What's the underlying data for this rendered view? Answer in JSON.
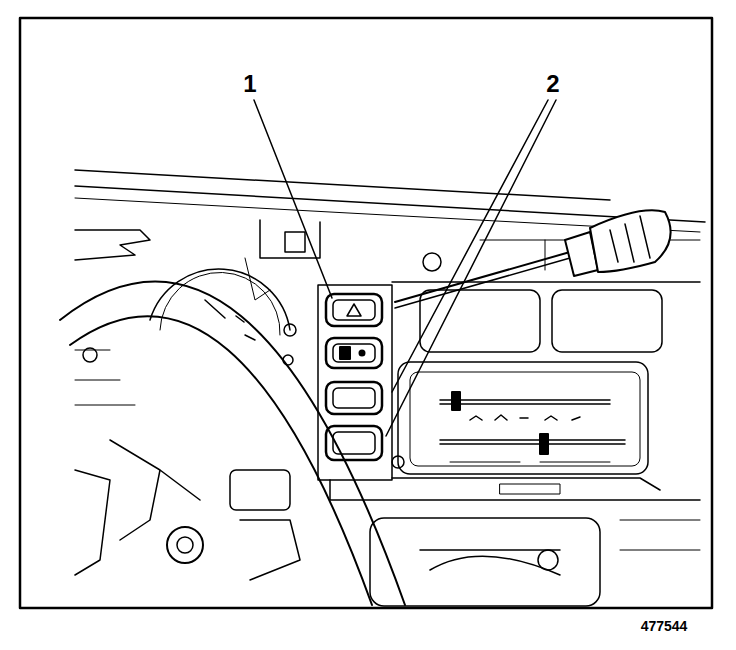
{
  "diagram": {
    "labels": [
      "1",
      "2",
      "477544"
    ]
  }
}
